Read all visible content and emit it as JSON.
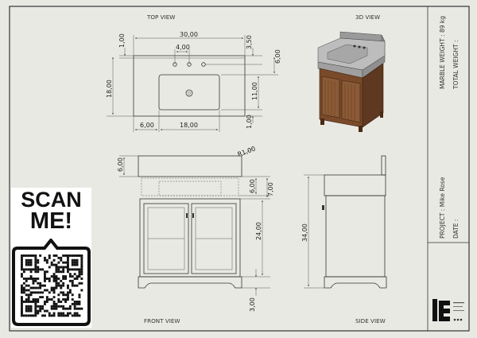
{
  "views": {
    "top": "TOP VIEW",
    "iso": "3D VIEW",
    "front": "FRONT VIEW",
    "side": "SIDE VIEW"
  },
  "dims": {
    "top_width": "30,00",
    "faucet_spacing": "4,00",
    "left_1": "1,00",
    "right_350": "3,50",
    "right_600": "6,00",
    "depth": "18,00",
    "basin_depth": "11,00",
    "bottom_1": "1,00",
    "bottom_left_6": "6,00",
    "basin_width": "18,00",
    "front_top_6": "6,00",
    "radius": "R1,00",
    "front_r6": "6,00",
    "front_r7": "7,00",
    "front_r24": "24,00",
    "front_r3": "3,00",
    "side_height": "34,00"
  },
  "title_block": {
    "marble_weight": "MARBLE WEIGHT : 89 kg",
    "total_weight": "TOTAL WEIGHT :",
    "project": "PROJECT : Mike Rose",
    "date": "DATE :"
  },
  "scan": {
    "line1": "SCAN",
    "line2": "ME!"
  },
  "colors": {
    "paper": "#e9e9e4",
    "line": "#333333",
    "wood": "#7a4a2a",
    "marble": "#bdbdbd"
  }
}
